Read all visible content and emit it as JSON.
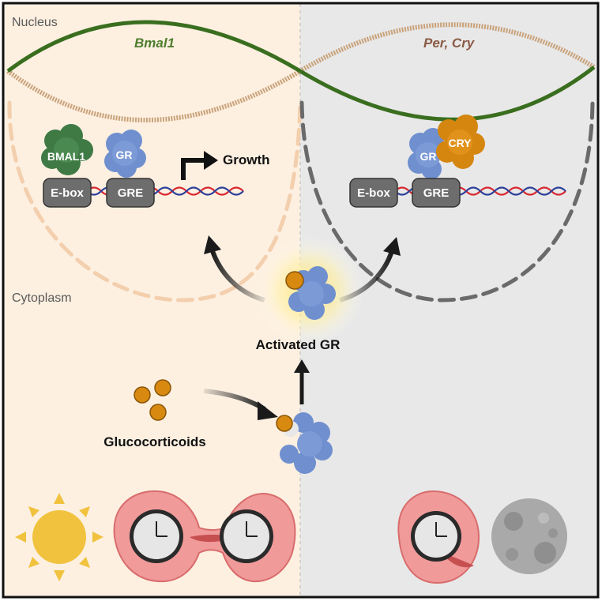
{
  "regions": {
    "nucleus": "Nucleus",
    "cytoplasm": "Cytoplasm"
  },
  "genes": {
    "left": "Bmal1",
    "right": "Per, Cry"
  },
  "day_panel": {
    "ebox": "E-box",
    "gre": "GRE",
    "bmal1": "BMAL1",
    "gr": "GR",
    "growth": "Growth"
  },
  "night_panel": {
    "ebox": "E-box",
    "gre": "GRE",
    "gr": "GR",
    "cry": "CRY"
  },
  "labels": {
    "activated_gr": "Activated GR",
    "glucocorticoids": "Glucocorticoids"
  },
  "colors": {
    "day_bg": "#fdf0e1",
    "night_bg": "#e8e8e8",
    "bmal1_curve": "#3a6e1f",
    "per_curve": "#c9a27a",
    "bmal1_text": "#4f7d2e",
    "per_text": "#8a5a45",
    "gr_protein": "#6f8fcf",
    "bmal1_protein": "#3f7a45",
    "cry_protein": "#d4860f",
    "ligand": "#d88a10",
    "cell": "#f09a9a",
    "sun": "#f0c23e",
    "moon": "#a9a9a9"
  },
  "icons": [
    "sun-icon",
    "dividing-cell-clock-icon",
    "cell-clock-icon",
    "moon-icon"
  ]
}
